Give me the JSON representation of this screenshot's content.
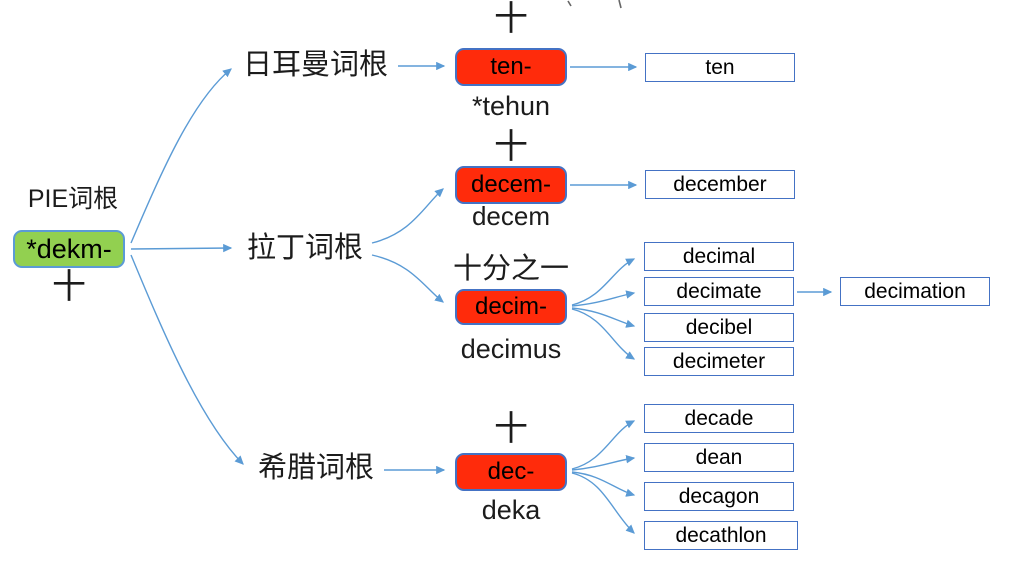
{
  "pie": {
    "heading": "PIE词根",
    "root": "*dekm-",
    "meaning": "十"
  },
  "branches": {
    "germanic": "日耳曼词根",
    "latin": "拉丁词根",
    "greek": "希腊词根"
  },
  "roots": {
    "germanic": {
      "meaning": "十",
      "label": "ten-",
      "origin": "*tehun"
    },
    "latin_decem": {
      "meaning": "十",
      "label": "decem-",
      "origin": "decem"
    },
    "latin_decim": {
      "meaning": "十分之一",
      "label": "decim-",
      "origin": "decimus"
    },
    "greek": {
      "meaning": "十",
      "label": "dec-",
      "origin": "deka"
    }
  },
  "words": {
    "ten": "ten",
    "december": "december",
    "decimal": "decimal",
    "decimate": "decimate",
    "decibel": "decibel",
    "decimeter": "decimeter",
    "decimation": "decimation",
    "decade": "decade",
    "dean": "dean",
    "decagon": "decagon",
    "decathlon": "decathlon"
  },
  "colors": {
    "pie_box_fill": "#92d050",
    "root_box_fill": "#ff2b0b",
    "box_border_blue": "#4472c4",
    "connector_blue": "#5b9bd5",
    "text": "#111111"
  }
}
